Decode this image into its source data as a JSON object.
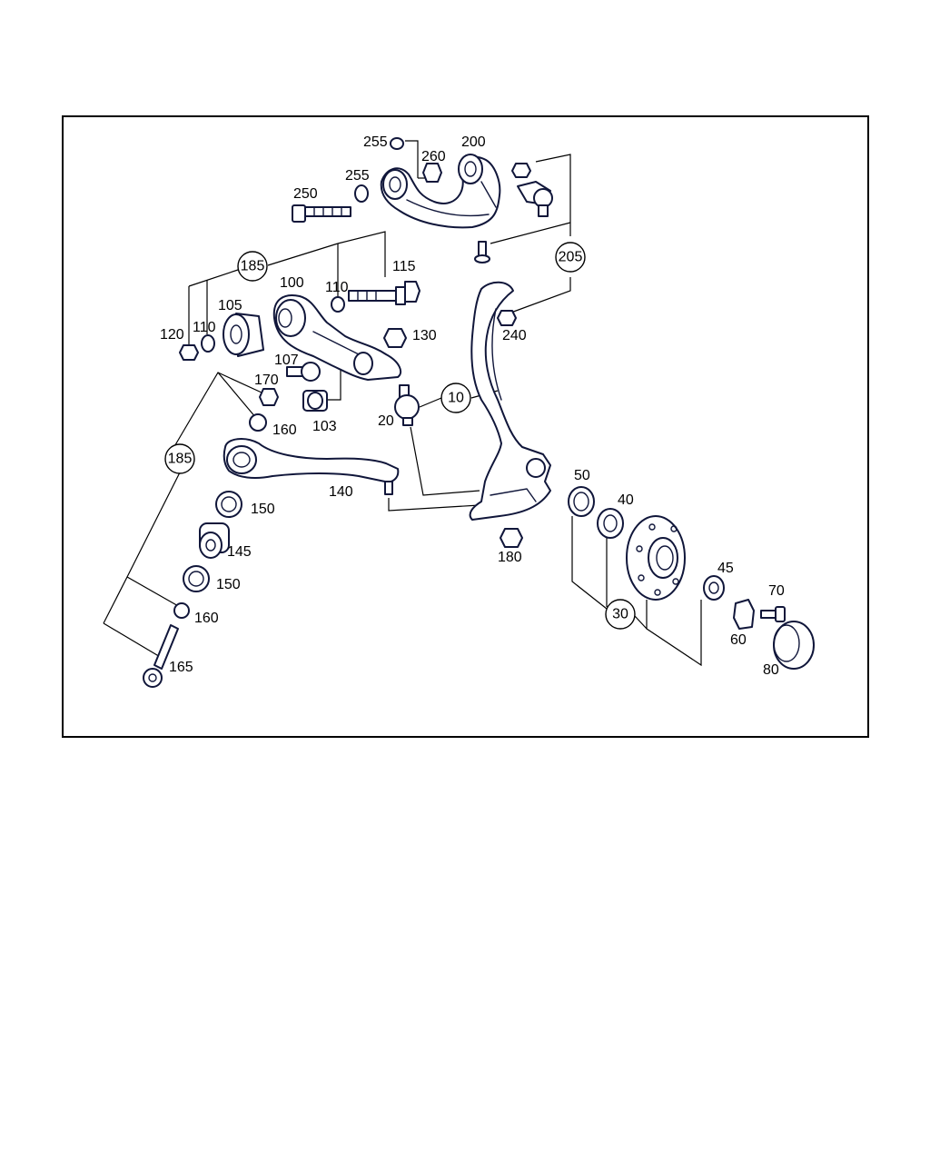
{
  "callouts": {
    "c10": "10",
    "c20": "20",
    "c30": "30",
    "c40": "40",
    "c45": "45",
    "c50": "50",
    "c60": "60",
    "c70": "70",
    "c80": "80",
    "c100": "100",
    "c103": "103",
    "c105": "105",
    "c107": "107",
    "c110a": "110",
    "c110b": "110",
    "c115": "115",
    "c120": "120",
    "c130": "130",
    "c140": "140",
    "c145": "145",
    "c150a": "150",
    "c150b": "150",
    "c160a": "160",
    "c160b": "160",
    "c165": "165",
    "c170": "170",
    "c180": "180",
    "c185a": "185",
    "c185b": "185",
    "c200": "200",
    "c205": "205",
    "c240": "240",
    "c250": "250",
    "c255a": "255",
    "c255b": "255",
    "c260": "260"
  },
  "icons": {
    "frame": "border-frame",
    "parts": [
      "upper-control-arm",
      "ball-joint",
      "steering-knuckle",
      "wheel-hub",
      "lower-control-arm",
      "tension-strut",
      "bushing",
      "bolt",
      "nut",
      "washer",
      "wheel-bearing",
      "seal",
      "grease-cap",
      "abs-sensor"
    ]
  },
  "colors": {
    "line": "#10163a",
    "text": "#000000",
    "background": "#ffffff"
  }
}
